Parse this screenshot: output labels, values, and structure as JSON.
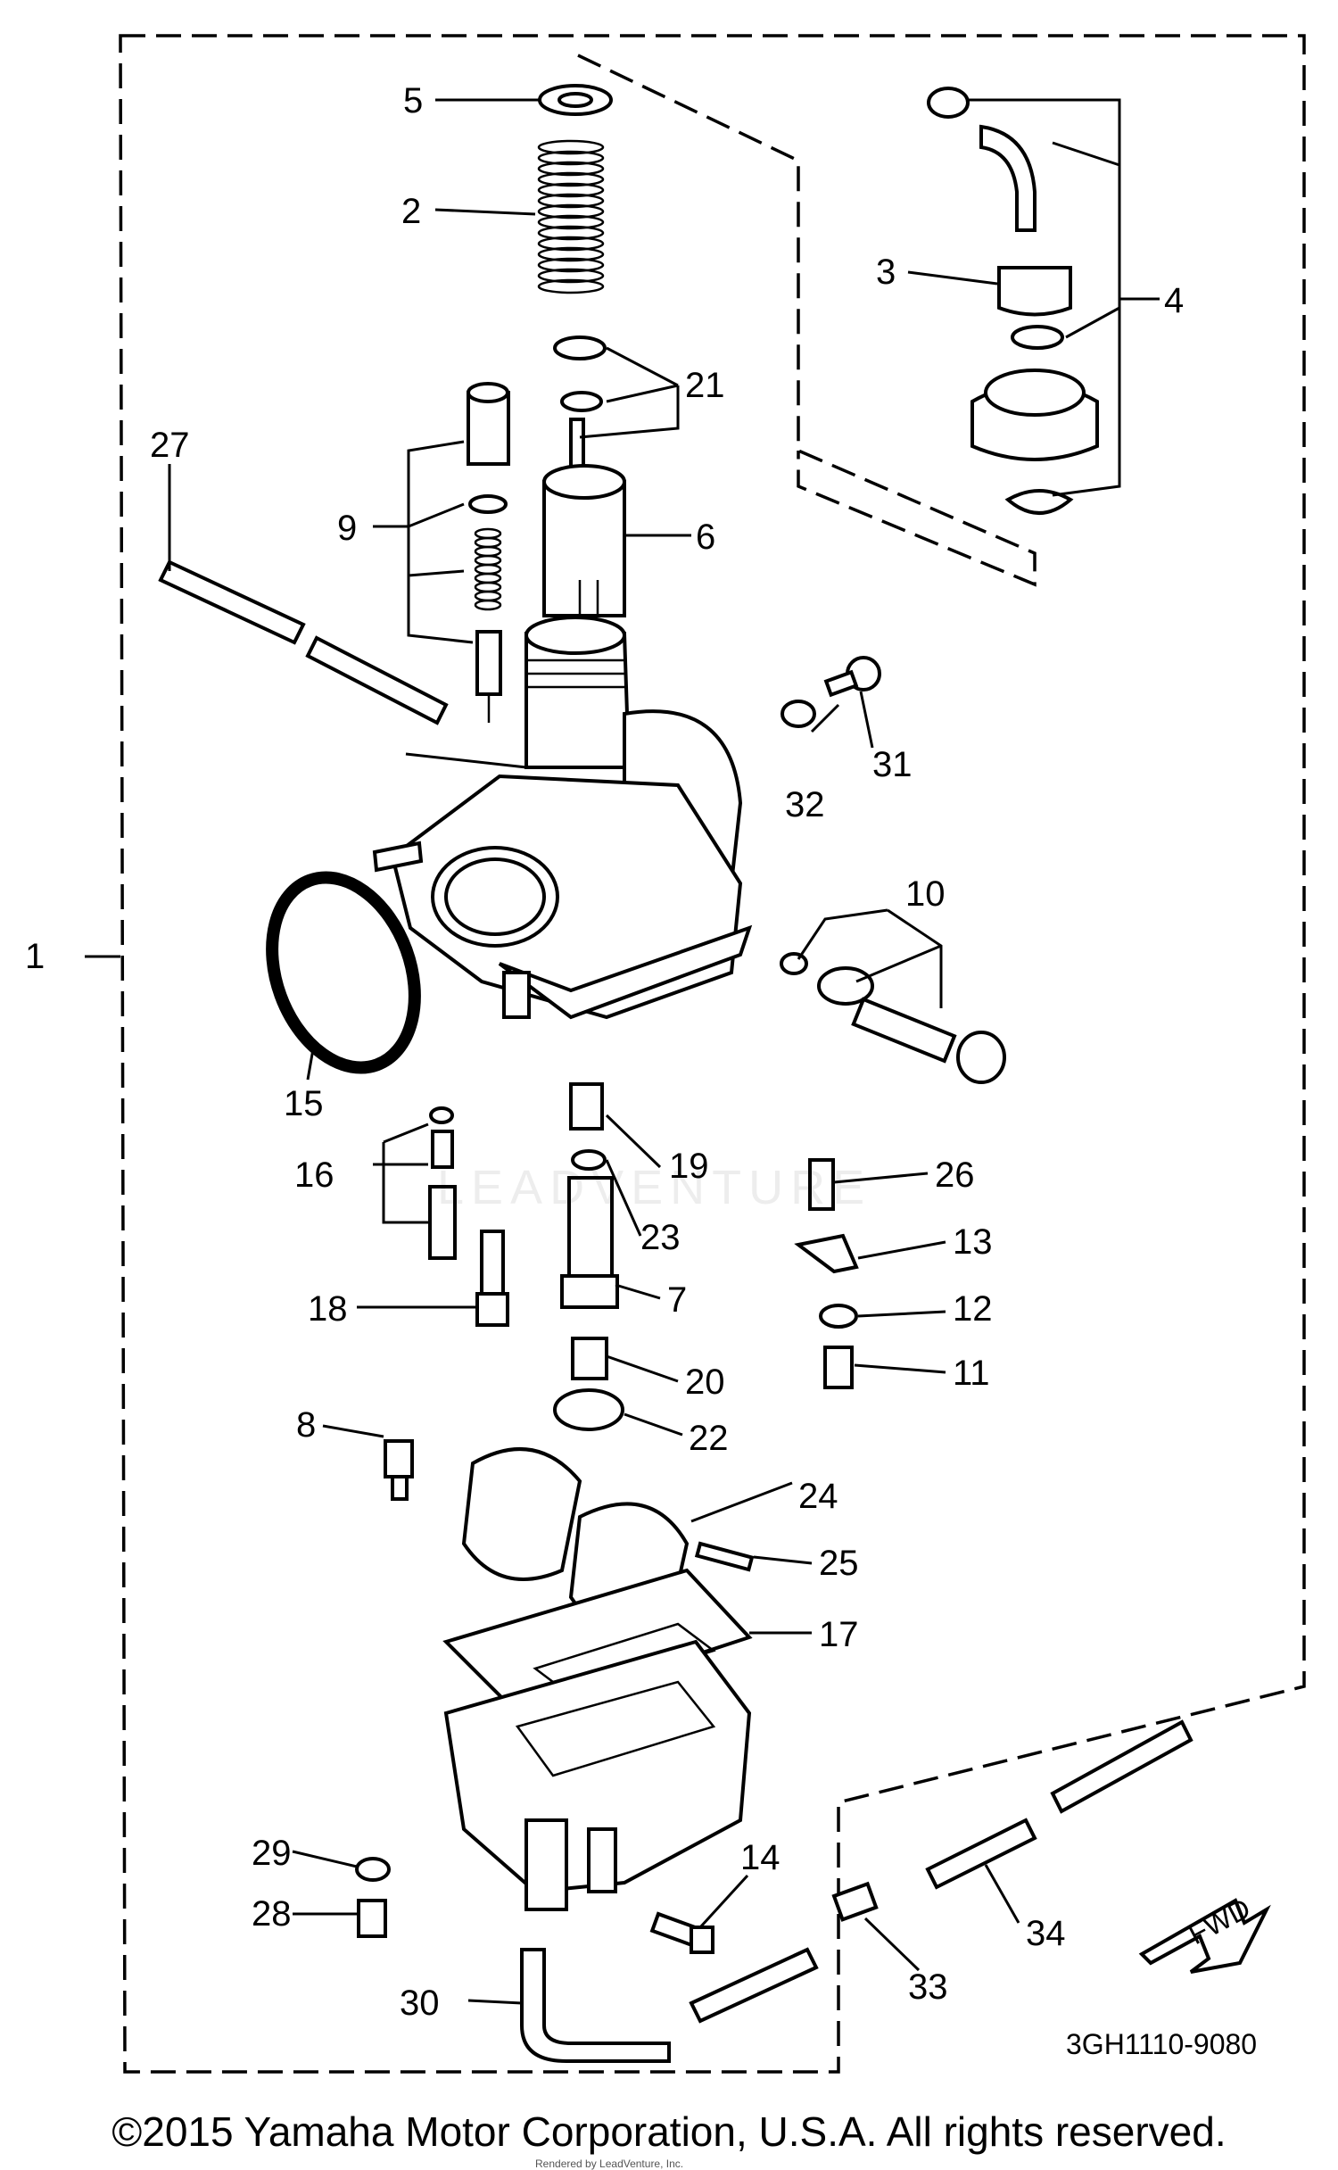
{
  "callouts": [
    "1",
    "2",
    "3",
    "4",
    "5",
    "6",
    "7",
    "8",
    "9",
    "10",
    "11",
    "12",
    "13",
    "14",
    "15",
    "16",
    "17",
    "18",
    "19",
    "20",
    "21",
    "22",
    "23",
    "24",
    "25",
    "26",
    "27",
    "28",
    "29",
    "30",
    "31",
    "32",
    "33",
    "34"
  ],
  "diagram_code": "3GH1110-9080",
  "direction_label": "FWD",
  "watermark": "LEADVENTURE",
  "render_credit": "Rendered by LeadVenture, Inc.",
  "copyright": "©2015 Yamaha Motor Corporation, U.S.A. All rights reserved."
}
